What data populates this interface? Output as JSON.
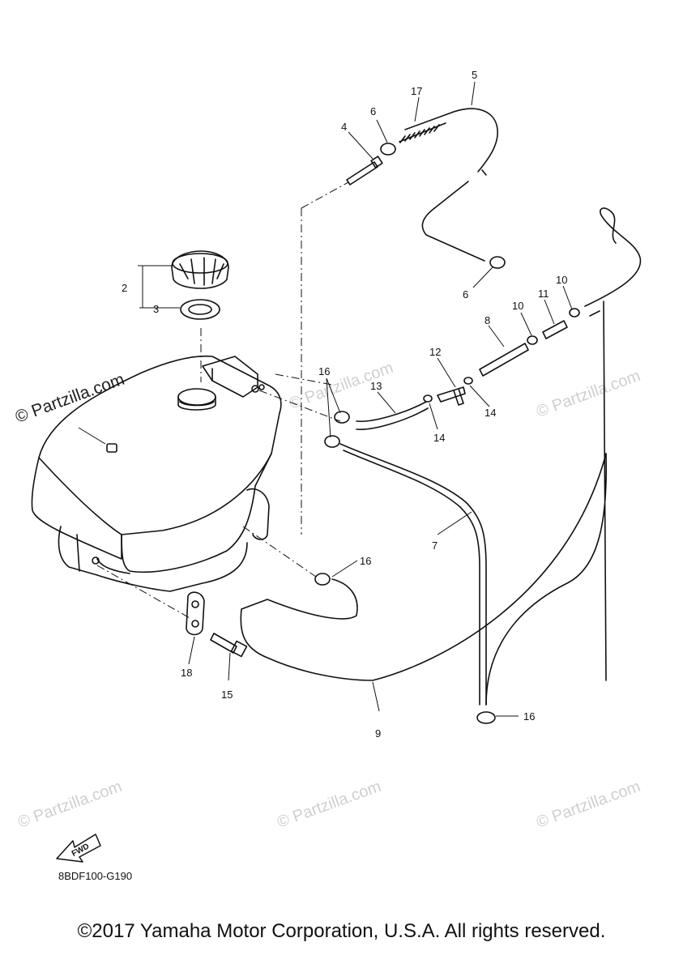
{
  "callouts": [
    {
      "id": "c2",
      "label": "2"
    },
    {
      "id": "c3",
      "label": "3"
    },
    {
      "id": "c4",
      "label": "4"
    },
    {
      "id": "c5",
      "label": "5"
    },
    {
      "id": "c6a",
      "label": "6"
    },
    {
      "id": "c6b",
      "label": "6"
    },
    {
      "id": "c7",
      "label": "7"
    },
    {
      "id": "c8",
      "label": "8"
    },
    {
      "id": "c9",
      "label": "9"
    },
    {
      "id": "c10a",
      "label": "10"
    },
    {
      "id": "c10b",
      "label": "10"
    },
    {
      "id": "c11",
      "label": "11"
    },
    {
      "id": "c12",
      "label": "12"
    },
    {
      "id": "c13",
      "label": "13"
    },
    {
      "id": "c14a",
      "label": "14"
    },
    {
      "id": "c14b",
      "label": "14"
    },
    {
      "id": "c15",
      "label": "15"
    },
    {
      "id": "c16a",
      "label": "16"
    },
    {
      "id": "c16b",
      "label": "16"
    },
    {
      "id": "c16c",
      "label": "16"
    },
    {
      "id": "c17",
      "label": "17"
    },
    {
      "id": "c18",
      "label": "18"
    }
  ],
  "watermark": "© Partzilla.com",
  "fwd_label": "FWD",
  "diagram_code": "8BDF100-G190",
  "copyright": "©2017 Yamaha Motor Corporation, U.S.A. All rights reserved."
}
